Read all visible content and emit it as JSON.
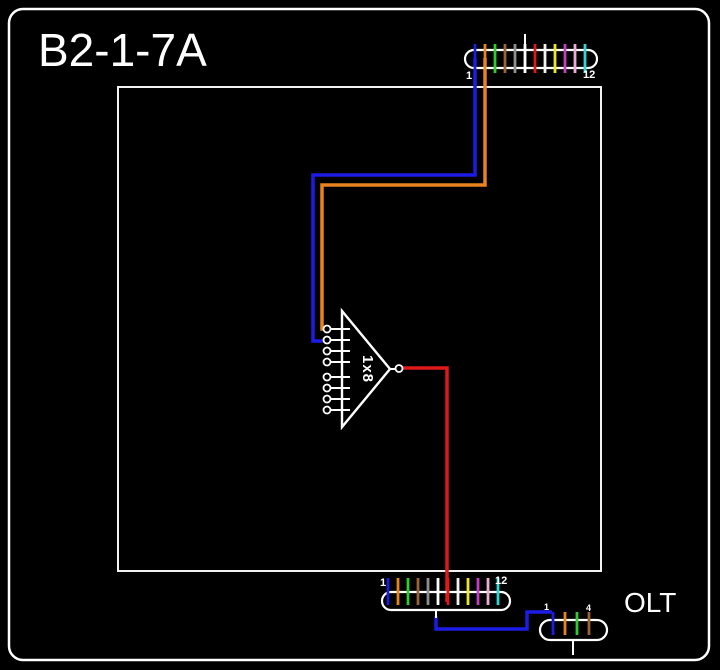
{
  "title": "B2-1-7A",
  "colors": {
    "background": "#000000",
    "border": "#ffffff",
    "box": "#f2f2f2"
  },
  "wires": {
    "feed_blue": {
      "name": "blue feed: top connector fiber 1 to splitter port 2",
      "hex": "#1c1ce6"
    },
    "feed_orange": {
      "name": "orange feed: top connector fiber 2 to splitter port 1",
      "hex": "#e8831d"
    },
    "output_red": {
      "name": "red splitter output to bottom connector fiber 7",
      "hex": "#e01818"
    },
    "jumper_blue": {
      "name": "blue jumper: bottom connector stub to OLT fiber 1",
      "hex": "#1c1ce6"
    }
  },
  "connectors": {
    "top": {
      "label_start": "1",
      "label_end": "12",
      "fibers": [
        {
          "name": "blue",
          "hex": "#1c1ce6"
        },
        {
          "name": "orange",
          "hex": "#e8831d"
        },
        {
          "name": "green",
          "hex": "#2ecc2e"
        },
        {
          "name": "brown",
          "hex": "#9b6434"
        },
        {
          "name": "slate",
          "hex": "#8f8f8f"
        },
        {
          "name": "white",
          "hex": "#ffffff"
        },
        {
          "name": "red",
          "hex": "#e01818"
        },
        {
          "name": "black",
          "hex": "#f2f2f2"
        },
        {
          "name": "yellow",
          "hex": "#e9e920"
        },
        {
          "name": "violet",
          "hex": "#c23fc2"
        },
        {
          "name": "rose",
          "hex": "#eeaad4"
        },
        {
          "name": "aqua",
          "hex": "#30d6d6"
        }
      ]
    },
    "bottom": {
      "label_start": "1",
      "label_end": "12",
      "fibers": [
        {
          "name": "blue",
          "hex": "#1c1ce6"
        },
        {
          "name": "orange",
          "hex": "#e8831d"
        },
        {
          "name": "green",
          "hex": "#2ecc2e"
        },
        {
          "name": "brown",
          "hex": "#9b6434"
        },
        {
          "name": "slate",
          "hex": "#8f8f8f"
        },
        {
          "name": "white",
          "hex": "#ffffff"
        },
        {
          "name": "red",
          "hex": "#e01818"
        },
        {
          "name": "black",
          "hex": "#f2f2f2"
        },
        {
          "name": "yellow",
          "hex": "#e9e920"
        },
        {
          "name": "violet",
          "hex": "#c23fc2"
        },
        {
          "name": "rose",
          "hex": "#eeaad4"
        },
        {
          "name": "aqua",
          "hex": "#30d6d6"
        }
      ]
    },
    "olt": {
      "label_start": "1",
      "label_end": "4",
      "fibers": [
        {
          "name": "blue",
          "hex": "#1c1ce6"
        },
        {
          "name": "orange",
          "hex": "#e8831d"
        },
        {
          "name": "green",
          "hex": "#2ecc2e"
        },
        {
          "name": "brown",
          "hex": "#9b6434"
        }
      ]
    }
  },
  "splitter": {
    "label": "1x8",
    "ports_in": 8,
    "ports_out": 1
  },
  "olt_label": "OLT"
}
